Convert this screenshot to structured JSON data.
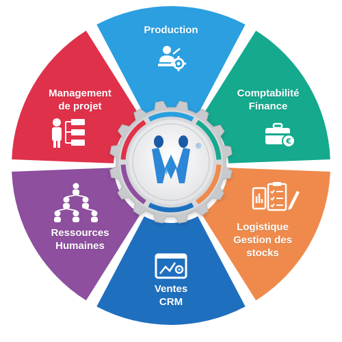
{
  "segments": [
    {
      "id": "production",
      "lines": [
        "Production"
      ],
      "color": "#2b9fe0",
      "icon": "engineer-gear-icon"
    },
    {
      "id": "finance",
      "lines": [
        "Comptabilité",
        "Finance"
      ],
      "color": "#15a98e",
      "icon": "briefcase-euro-icon"
    },
    {
      "id": "logistique",
      "lines": [
        "Logistique",
        "Gestion des",
        "stocks"
      ],
      "color": "#ef8a4c",
      "icon": "clipboard-checklist-icon"
    },
    {
      "id": "ventes",
      "lines": [
        "Ventes",
        "CRM"
      ],
      "color": "#1f6fbf",
      "icon": "monitor-chart-icon"
    },
    {
      "id": "rh",
      "lines": [
        "Ressources",
        "Humaines"
      ],
      "color": "#8d4f9e",
      "icon": "org-chart-people-icon"
    },
    {
      "id": "projet",
      "lines": [
        "Management",
        "de projet"
      ],
      "color": "#e0314a",
      "icon": "person-flowchart-icon"
    }
  ],
  "logo": {
    "name": "m-logo",
    "registered_mark": "®"
  },
  "colors": {
    "hub_ring": "#b6b6b8",
    "hub_fill": "#e9eaec",
    "logo_blue": "#2e86d6",
    "logo_dark": "#1a5aa3"
  }
}
